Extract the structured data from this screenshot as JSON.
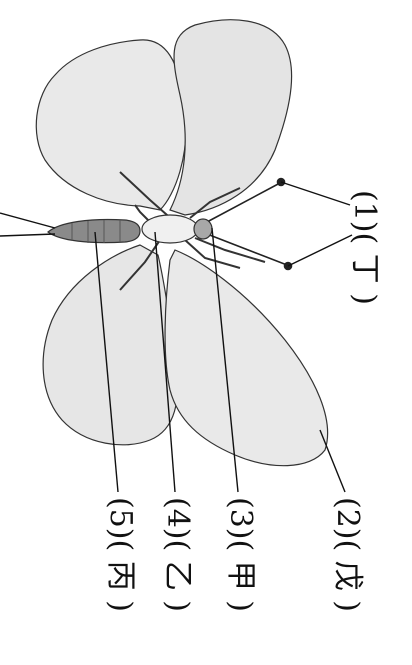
{
  "diagram": {
    "labels": [
      {
        "id": "label-1",
        "text": "(1)( 丁 )"
      },
      {
        "id": "label-2",
        "text": "(2)( 戊 )"
      },
      {
        "id": "label-3",
        "text": "(3)( 甲 )"
      },
      {
        "id": "label-4",
        "text": "(4)( 乙 )"
      },
      {
        "id": "label-5",
        "text": "(5)( 丙 )"
      }
    ],
    "colors": {
      "line": "#111111",
      "wing_fill": "#e9e9e9",
      "wing_stroke": "#333333",
      "body_dark": "#6b6b6b",
      "body_light": "#a8a8a8",
      "background": "#ffffff"
    }
  }
}
